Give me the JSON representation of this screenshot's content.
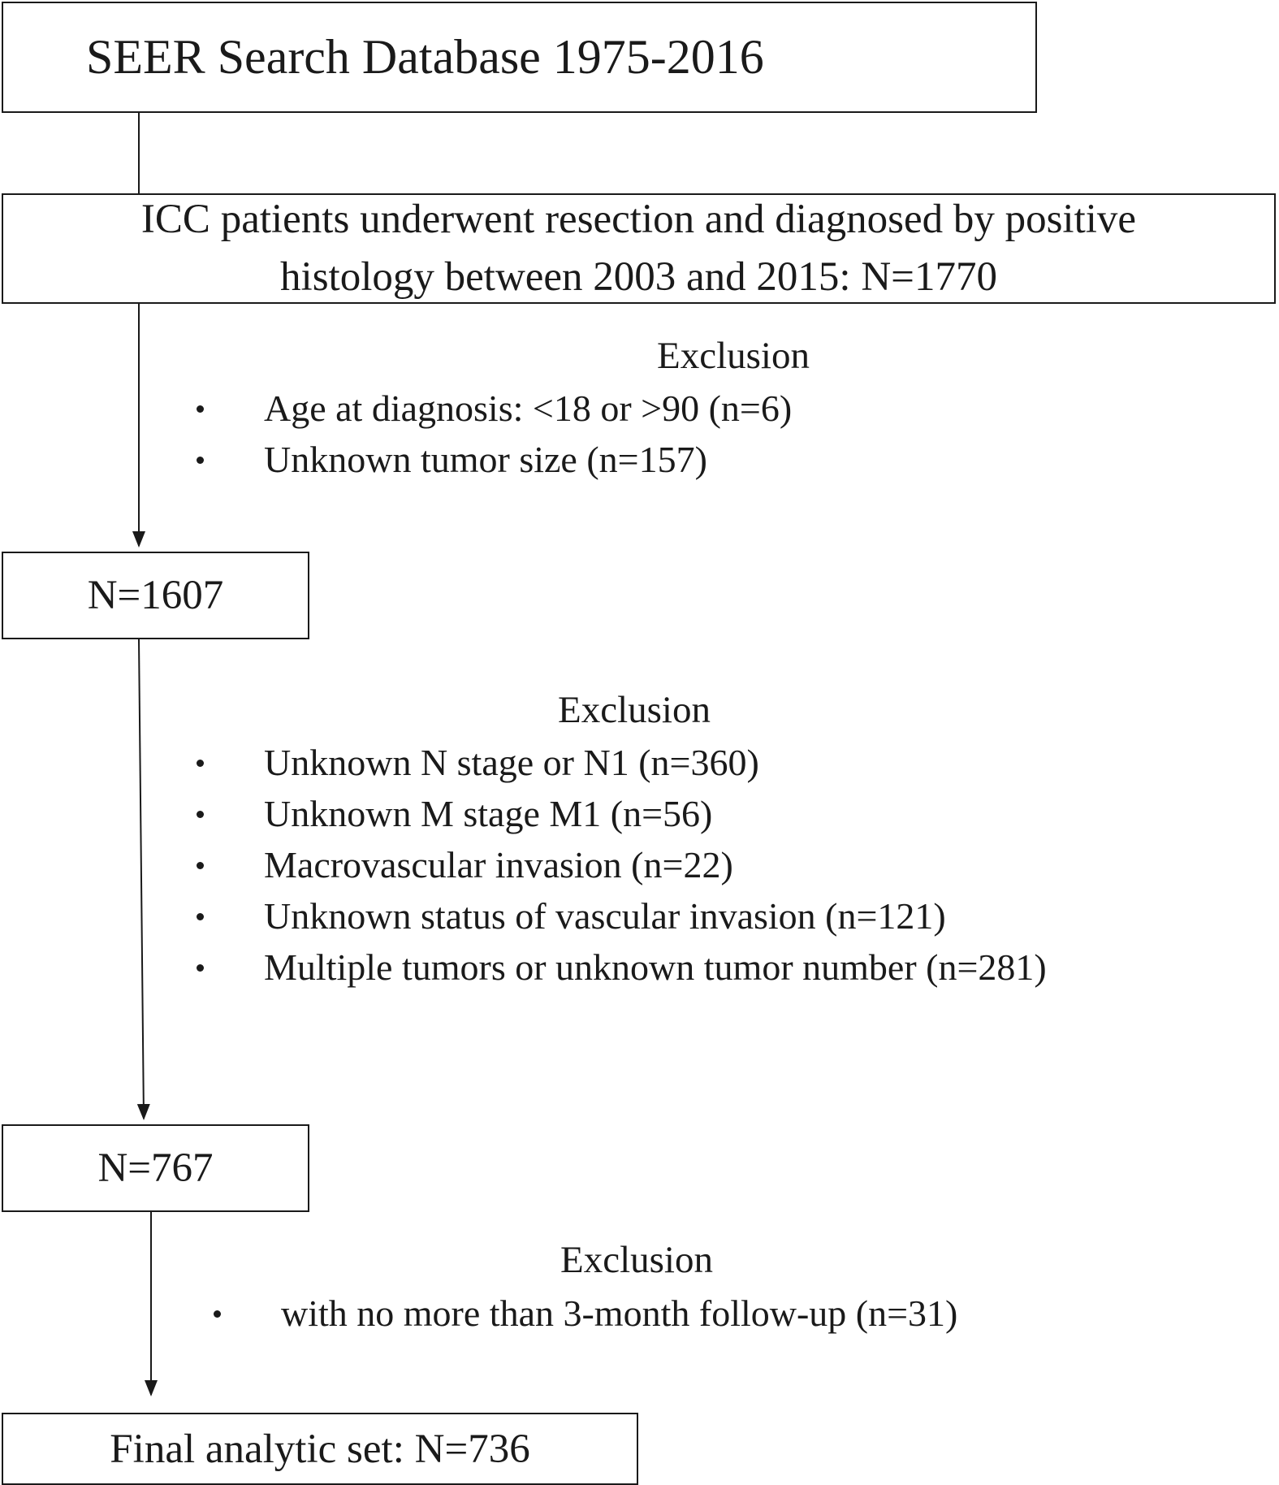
{
  "flowchart": {
    "source_box": "SEER Search Database 1975-2016",
    "cohort_box": {
      "line1": "ICC patients underwent resection and diagnosed by positive",
      "line2": "histology between 2003 and 2015: N=1770"
    },
    "exclusion_1": {
      "title": "Exclusion",
      "items": [
        "Age at diagnosis: <18 or >90 (n=6)",
        "Unknown tumor size (n=157)"
      ]
    },
    "box_after_exclusion_1": "N=1607",
    "exclusion_2": {
      "title": "Exclusion",
      "items": [
        "Unknown N stage or N1 (n=360)",
        "Unknown M stage M1 (n=56)",
        "Macrovascular invasion (n=22)",
        "Unknown status of vascular invasion (n=121)",
        "Multiple tumors or unknown tumor number (n=281)"
      ]
    },
    "box_after_exclusion_2": "N=767",
    "exclusion_3": {
      "title": "Exclusion",
      "items": [
        "with no more than 3-month follow-up (n=31)"
      ]
    },
    "final_box": "Final analytic set: N=736"
  },
  "colors": {
    "stroke": "#1a1a1a",
    "background": "#ffffff",
    "text": "#1a1a1a"
  }
}
